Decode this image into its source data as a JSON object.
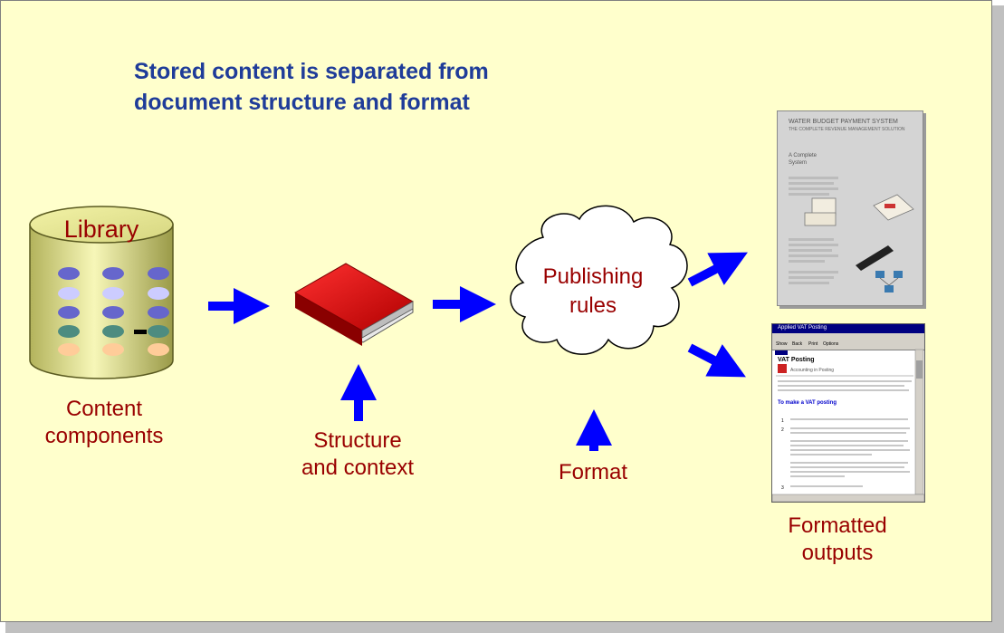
{
  "title_line1": "Stored content is separated from",
  "title_line2": "document structure and format",
  "library_label": "Library",
  "content_label_line1": "Content",
  "content_label_line2": "components",
  "structure_label_line1": "Structure",
  "structure_label_line2": "and context",
  "publishing_label_line1": "Publishing",
  "publishing_label_line2": "rules",
  "format_label": "Format",
  "outputs_label_line1": "Formatted",
  "outputs_label_line2": "outputs",
  "print_doc": {
    "heading": "WATER BUDGET PAYMENT SYSTEM",
    "subheading": "THE COMPLETE REVENUE MANAGEMENT SOLUTION",
    "tagline_1": "A Complete",
    "tagline_2": "System"
  },
  "help_doc": {
    "window_title": "Applied VAT Posting",
    "toolbar": [
      "Show",
      "Back",
      "Print",
      "Options"
    ],
    "page_title": "VAT Posting",
    "link": "Accounting in Posting",
    "section": "To make a VAT posting",
    "steps": [
      "1",
      "2",
      "3"
    ]
  },
  "colors": {
    "background": "#ffffcc",
    "title": "#1f3c99",
    "label": "#990000",
    "arrow": "#0000ff",
    "cylinder": "#e6e699",
    "book": "#e60000"
  }
}
